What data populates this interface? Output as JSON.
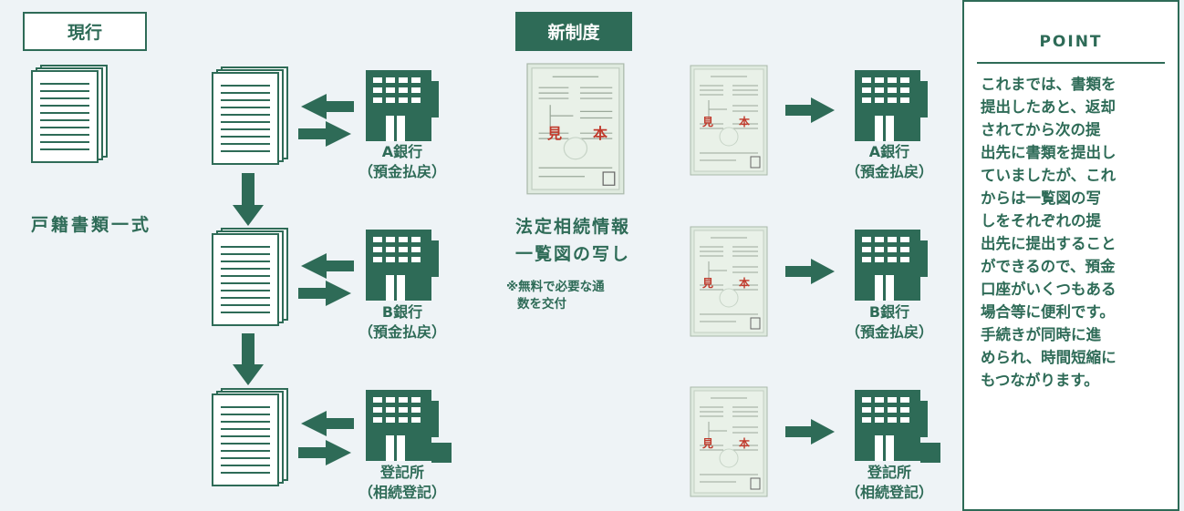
{
  "labels": {
    "current": "現行",
    "new_system": "新制度"
  },
  "current_system": {
    "documents_label": "戸籍書類一式",
    "institutions": [
      {
        "name": "A銀行",
        "purpose": "（預金払戻）"
      },
      {
        "name": "B銀行",
        "purpose": "（預金払戻）"
      },
      {
        "name": "登記所",
        "purpose": "（相続登記）"
      }
    ]
  },
  "new_system": {
    "document_title_line1": "法定相続情報",
    "document_title_line2": "一覧図の写し",
    "document_note_line1": "※無料で必要な通",
    "document_note_line2": "数を交付",
    "sample_stamp_left": "見",
    "sample_stamp_right": "本",
    "institutions": [
      {
        "name": "A銀行",
        "purpose": "（預金払戻）"
      },
      {
        "name": "B銀行",
        "purpose": "（預金払戻）"
      },
      {
        "name": "登記所",
        "purpose": "（相続登記）"
      }
    ]
  },
  "point": {
    "title": "POINT",
    "lines": [
      "これまでは、書類を",
      "提出したあと、返却",
      "されてから次の提",
      "出先に書類を提出し",
      "ていましたが、これ",
      "からは一覧図の写",
      "しをそれぞれの提",
      "出先に提出すること",
      "ができるので、預金",
      "口座がいくつもある",
      "場合等に便利です。",
      "手続きが同時に進",
      "められ、時間短縮に",
      "もつながります。"
    ]
  },
  "colors": {
    "primary_green": "#2e6b57",
    "background": "#eef3f6",
    "stamp_red": "#c0392b"
  }
}
